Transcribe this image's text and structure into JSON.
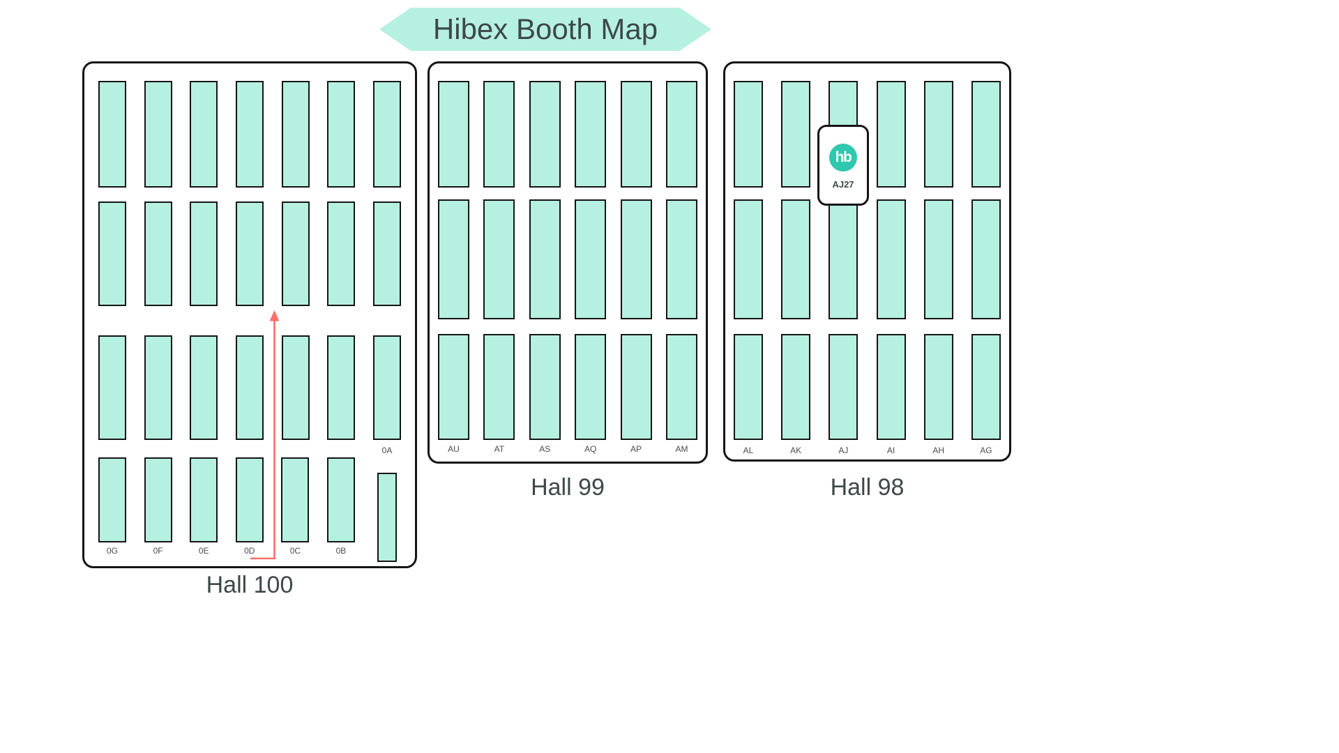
{
  "banner": {
    "label": "Hibex Booth Map"
  },
  "colors": {
    "booth_fill": "#b6f0e1",
    "banner_fill": "#b6f0e1",
    "logo_teal": "#2fc7ad",
    "arrow_red": "#fd6e66",
    "heading_text": "#3d4848",
    "label_text": "#4a4a4a"
  },
  "halls": {
    "hall100": {
      "name": "Hall 100",
      "bottom_labels": [
        "0G",
        "0F",
        "0E",
        "0D",
        "0C",
        "0B"
      ],
      "corner_label": "0A"
    },
    "hall99": {
      "name": "Hall 99",
      "bottom_labels": [
        "AU",
        "AT",
        "AS",
        "AQ",
        "AP",
        "AM"
      ]
    },
    "hall98": {
      "name": "Hall 98",
      "bottom_labels": [
        "AL",
        "AK",
        "AJ",
        "AI",
        "AH",
        "AG"
      ],
      "highlight_booth": {
        "id": "AJ27",
        "logo_text": "hb"
      }
    }
  }
}
